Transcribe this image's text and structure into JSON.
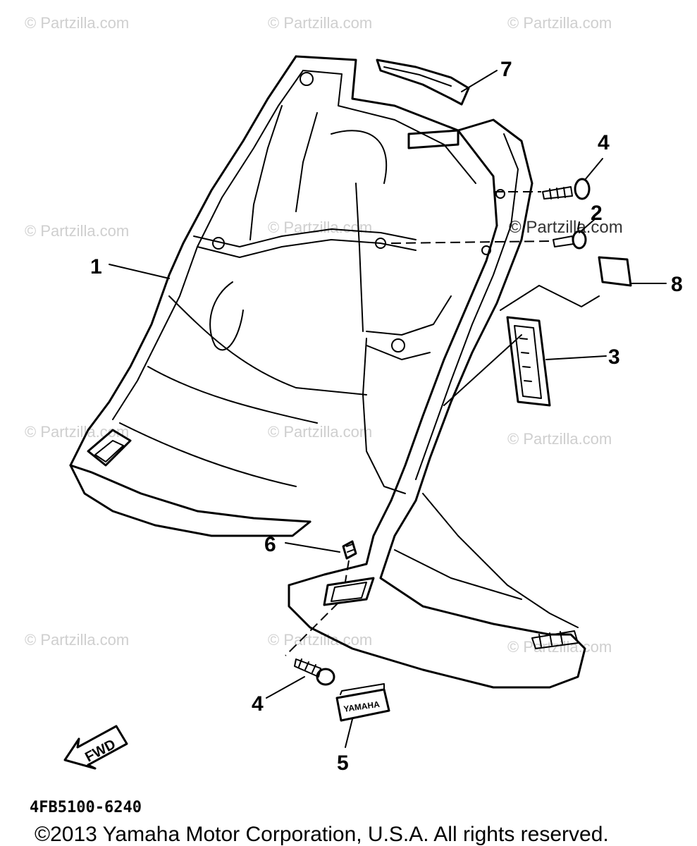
{
  "watermarks": [
    "© Partzilla.com",
    "© Partzilla.com",
    "© Partzilla.com",
    "© Partzilla.com",
    "© Partzilla.com",
    "© Partzilla.com",
    "© Partzilla.com",
    "© Partzilla.com",
    "© Partzilla.com",
    "© Partzilla.com",
    "© Partzilla.com",
    "© Partzilla.com"
  ],
  "callouts": {
    "c1": "1",
    "c2": "2",
    "c3": "3",
    "c4a": "4",
    "c4b": "4",
    "c5": "5",
    "c6": "6",
    "c7": "7",
    "c8": "8"
  },
  "labels": {
    "fwd": "FWD",
    "emblem": "YAMAHA",
    "part_number": "4FB5100-6240",
    "copyright": "©2013 Yamaha Motor Corporation, U.S.A. All rights reserved."
  }
}
